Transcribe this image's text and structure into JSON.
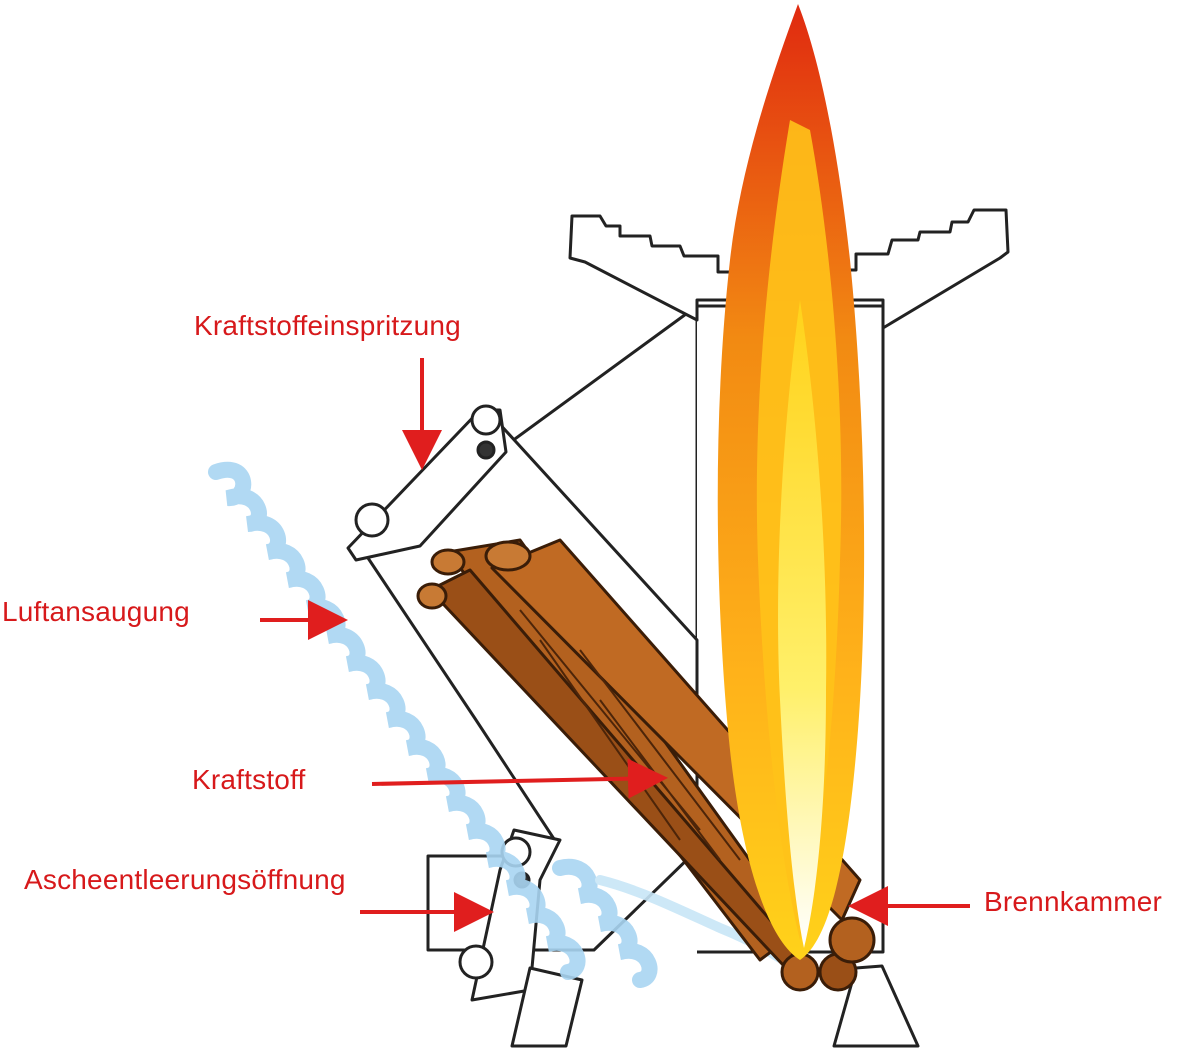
{
  "labels": {
    "fuel_injection": "Kraftstoffeinspritzung",
    "air_intake": "Luftansaugung",
    "fuel": "Kraftstoff",
    "ash_opening": "Ascheentleerungsöffnung",
    "combustion_chamber": "Brennkammer"
  },
  "colors": {
    "label_red": "#d7191b",
    "wood_brown": "#b3611f",
    "air_blue": "#a9d5f2",
    "flame_orange": "#f28a12",
    "flame_yellow": "#ffd21a",
    "outline": "#222222"
  },
  "icons": [
    "rocket-stove",
    "flame",
    "wood-logs",
    "air-spiral",
    "pointer-arrow"
  ]
}
